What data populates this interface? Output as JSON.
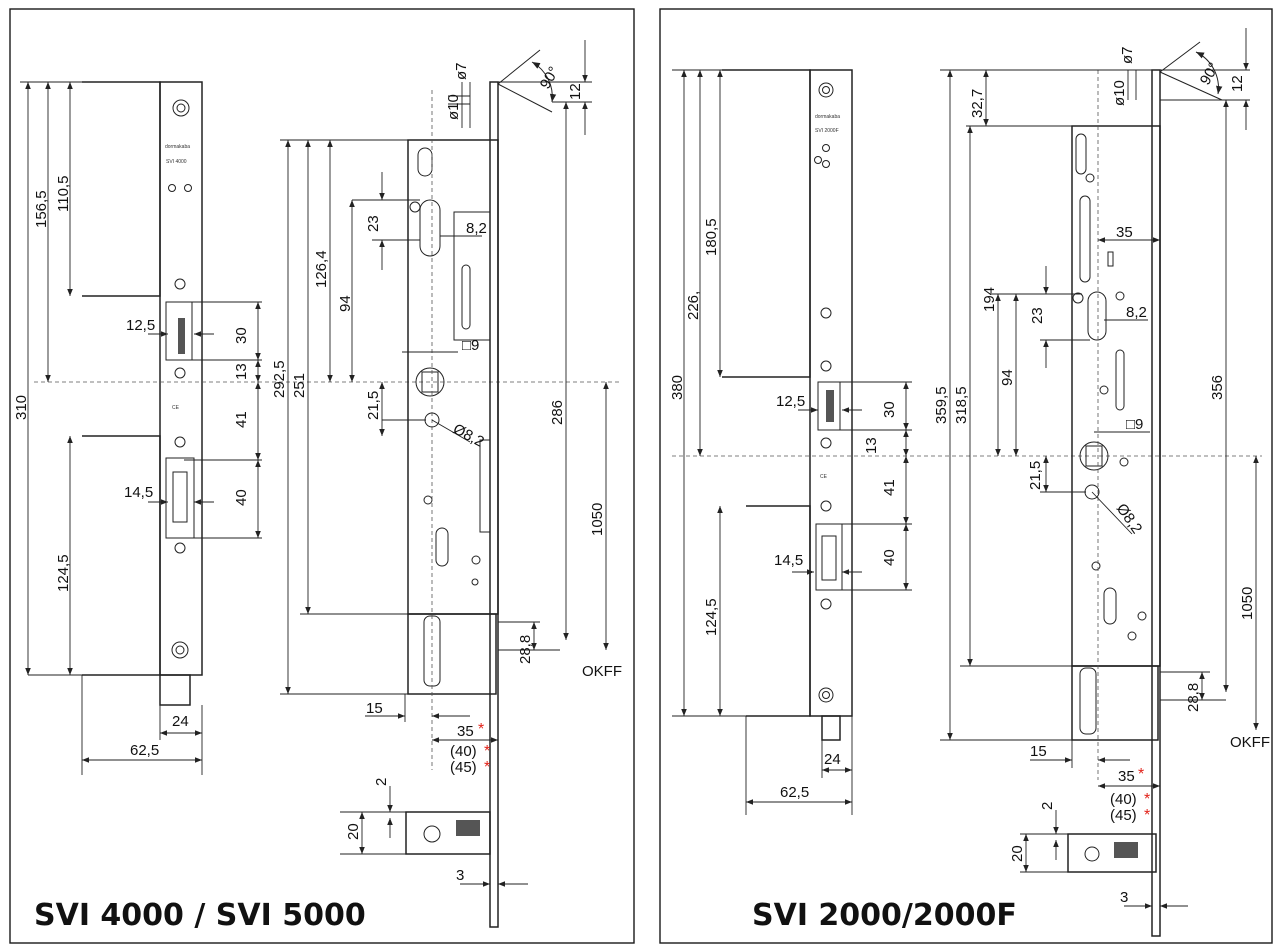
{
  "panels": {
    "left": {
      "title": "SVI 4000 / SVI 5000",
      "plate_text": [
        "SVI 4000"
      ],
      "dims": {
        "d156_5": "156,5",
        "d110_5": "110,5",
        "d310": "310",
        "d124_5": "124,5",
        "d12_5": "12,5",
        "d30": "30",
        "d13": "13",
        "d41": "41",
        "d14_5": "14,5",
        "d40": "40",
        "d24": "24",
        "d62_5": "62,5",
        "d292_5": "292,5",
        "d251": "251",
        "d126_4": "126,4",
        "d94": "94",
        "d23": "23",
        "d8_2": "8,2",
        "sq9": "□9",
        "d21_5": "21,5",
        "dia8_2": "Ø8,2",
        "dia10": "ø10",
        "dia7": "ø7",
        "d12": "12",
        "deg90": "90°",
        "d286": "286",
        "d1050": "1050",
        "d28_8": "28,8",
        "okff": "OKFF",
        "d15": "15",
        "d35": "35",
        "d40p": "(40)",
        "d45p": "(45)",
        "d2": "2",
        "d20": "20",
        "d3": "3"
      }
    },
    "right": {
      "title": "SVI 2000/2000F",
      "plate_text": [
        "SVI 2000F"
      ],
      "dims": {
        "d380": "380",
        "d226": "226,",
        "d180_5": "180,5",
        "d124_5": "124,5",
        "d12_5": "12,5",
        "d30": "30",
        "d13": "13",
        "d41": "41",
        "d14_5": "14,5",
        "d40": "40",
        "d24": "24",
        "d62_5": "62,5",
        "d359_5": "359,5",
        "d318_5": "318,5",
        "d32_7": "32,7",
        "d194": "194",
        "d94": "94",
        "d23": "23",
        "d8_2": "8,2",
        "d35t": "35",
        "sq9": "□9",
        "d21_5": "21,5",
        "dia8_2": "Ø8,2",
        "dia10": "ø10",
        "dia7": "ø7",
        "d12": "12",
        "deg90": "90°",
        "d356": "356",
        "d1050": "1050",
        "d28_8": "28,8",
        "okff": "OKFF",
        "d15": "15",
        "d35": "35",
        "d40p": "(40)",
        "d45p": "(45)",
        "d2": "2",
        "d20": "20",
        "d3": "3"
      }
    }
  },
  "asterisk": "*",
  "colors": {
    "asterisk": "#e2231a",
    "line": "#222222",
    "frame": "#1a1a1a"
  }
}
